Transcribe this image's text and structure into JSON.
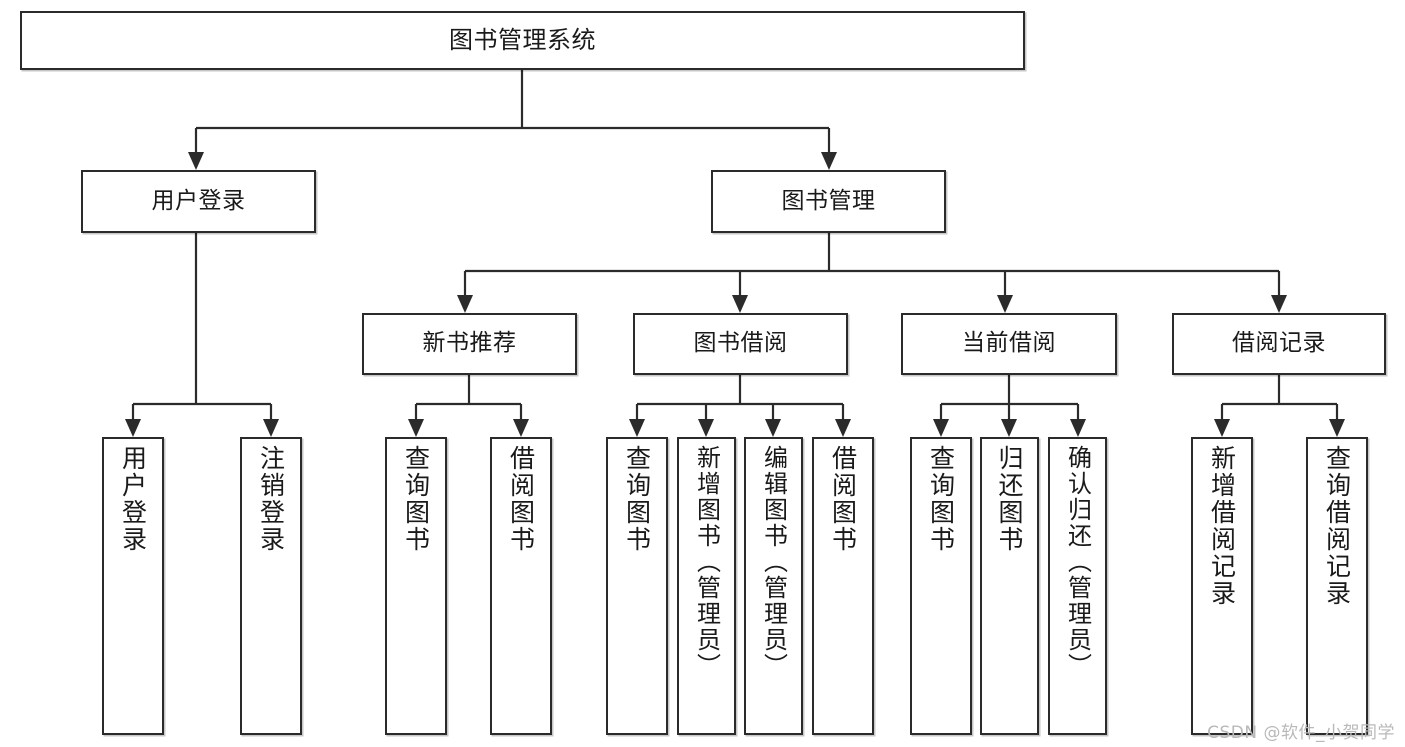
{
  "diagram": {
    "title": "图书管理系统",
    "watermark": "CSDN @软件_小贺同学",
    "line_color": "#2b2b2b",
    "box_fill": "#ffffff",
    "nodes": {
      "root": {
        "label": "图书管理系统"
      },
      "level2": [
        {
          "label": "用户登录"
        },
        {
          "label": "图书管理"
        }
      ],
      "level3": [
        {
          "label": "新书推荐"
        },
        {
          "label": "图书借阅"
        },
        {
          "label": "当前借阅"
        },
        {
          "label": "借阅记录"
        }
      ],
      "leaves": {
        "user_login": [
          {
            "label": "用户登录"
          },
          {
            "label": "注销登录"
          }
        ],
        "new_book": [
          {
            "label": "查询图书"
          },
          {
            "label": "借阅图书"
          }
        ],
        "book_borrow": [
          {
            "label": "查询图书"
          },
          {
            "label": "新增图书（管理员）"
          },
          {
            "label": "编辑图书（管理员）"
          },
          {
            "label": "借阅图书"
          }
        ],
        "current_borrow": [
          {
            "label": "查询图书"
          },
          {
            "label": "归还图书"
          },
          {
            "label": "确认归还（管理员）"
          }
        ],
        "borrow_record": [
          {
            "label": "新增借阅记录"
          },
          {
            "label": "查询借阅记录"
          }
        ]
      }
    }
  }
}
